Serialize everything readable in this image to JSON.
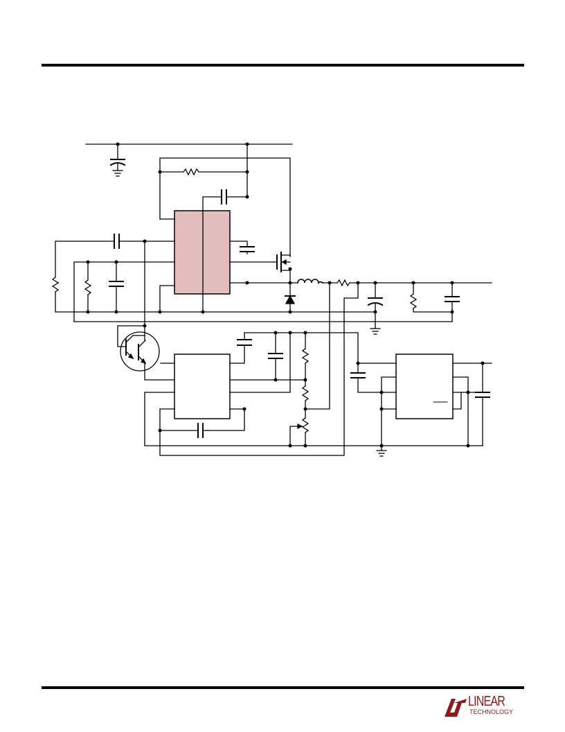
{
  "page": {
    "background": "#ffffff"
  },
  "diagram": {
    "line_color": "#000000",
    "ic_fill": "#e3bcbc",
    "components": [
      "top-rail",
      "input-capacitor",
      "feedback-resistor",
      "controller-ic",
      "boost-capacitor",
      "bypass-capacitor",
      "top-mosfet",
      "switch-diode",
      "output-inductor",
      "sense-resistor",
      "output-capacitor",
      "load-resistor",
      "filter-capacitor",
      "output-rail",
      "compensation-resistor",
      "compensation-capacitor",
      "sense-transistor-pair",
      "temperature-sense-ic",
      "divider-resistors",
      "trim-potentiometer",
      "timing-capacitor",
      "reference-ic",
      "reference-output-capacitor",
      "ground-symbols"
    ]
  },
  "footer": {
    "logo": {
      "line1": "LINEAR",
      "line2": "TECHNOLOGY",
      "color": "#8b1a1f"
    }
  }
}
